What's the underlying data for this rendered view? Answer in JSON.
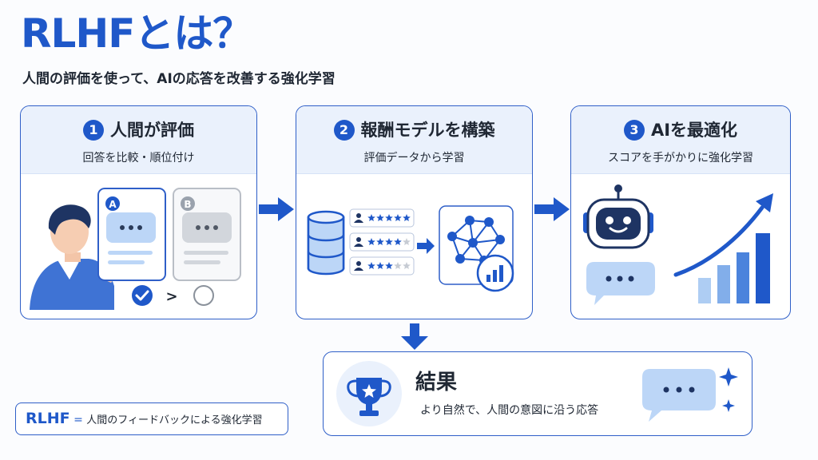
{
  "title": "RLHFとは？",
  "subtitle": "人間の評価を使って、AIの応答を改善する強化学習",
  "steps": [
    {
      "number": "1",
      "title": "人間が評価",
      "subtitle": "回答を比較・順位付け",
      "labels": [
        "A",
        "B"
      ],
      "comparison": ">"
    },
    {
      "number": "2",
      "title": "報酬モデルを構築",
      "subtitle": "評価データから学習",
      "ratings": [
        5,
        4,
        3
      ]
    },
    {
      "number": "3",
      "title": "AIを最適化",
      "subtitle": "スコアを手がかりに強化学習"
    }
  ],
  "result": {
    "title": "結果",
    "subtitle": "より自然で、人間の意図に沿う応答"
  },
  "footnote": {
    "term": "RLHF",
    "equals": "=",
    "definition": "人間のフィードバックによる強化学習"
  },
  "colors": {
    "accent": "#1f58c9",
    "light": "#eaf1fc",
    "bubble": "#bcd6f7",
    "gray": "#d2d6dc"
  }
}
